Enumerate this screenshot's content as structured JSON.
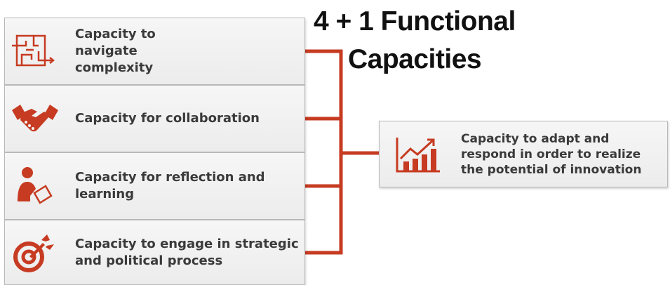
{
  "title": {
    "line1": "4 + 1 Functional",
    "line2": "Capacities"
  },
  "capacities": [
    {
      "label": "Capacity to navigate complexity",
      "icon": "maze-icon"
    },
    {
      "label": "Capacity for collaboration",
      "icon": "handshake-icon"
    },
    {
      "label": "Capacity for reflection and learning",
      "icon": "person-writing-icon"
    },
    {
      "label": "Capacity to engage in strategic and political process",
      "icon": "target-dart-icon"
    }
  ],
  "result": {
    "label": "Capacity to adapt and respond in order to realize the potential of innovation",
    "icon": "growth-chart-icon"
  },
  "colors": {
    "accent": "#c63b21",
    "card_border": "#b9b9b9",
    "text": "#3a3a3a"
  }
}
